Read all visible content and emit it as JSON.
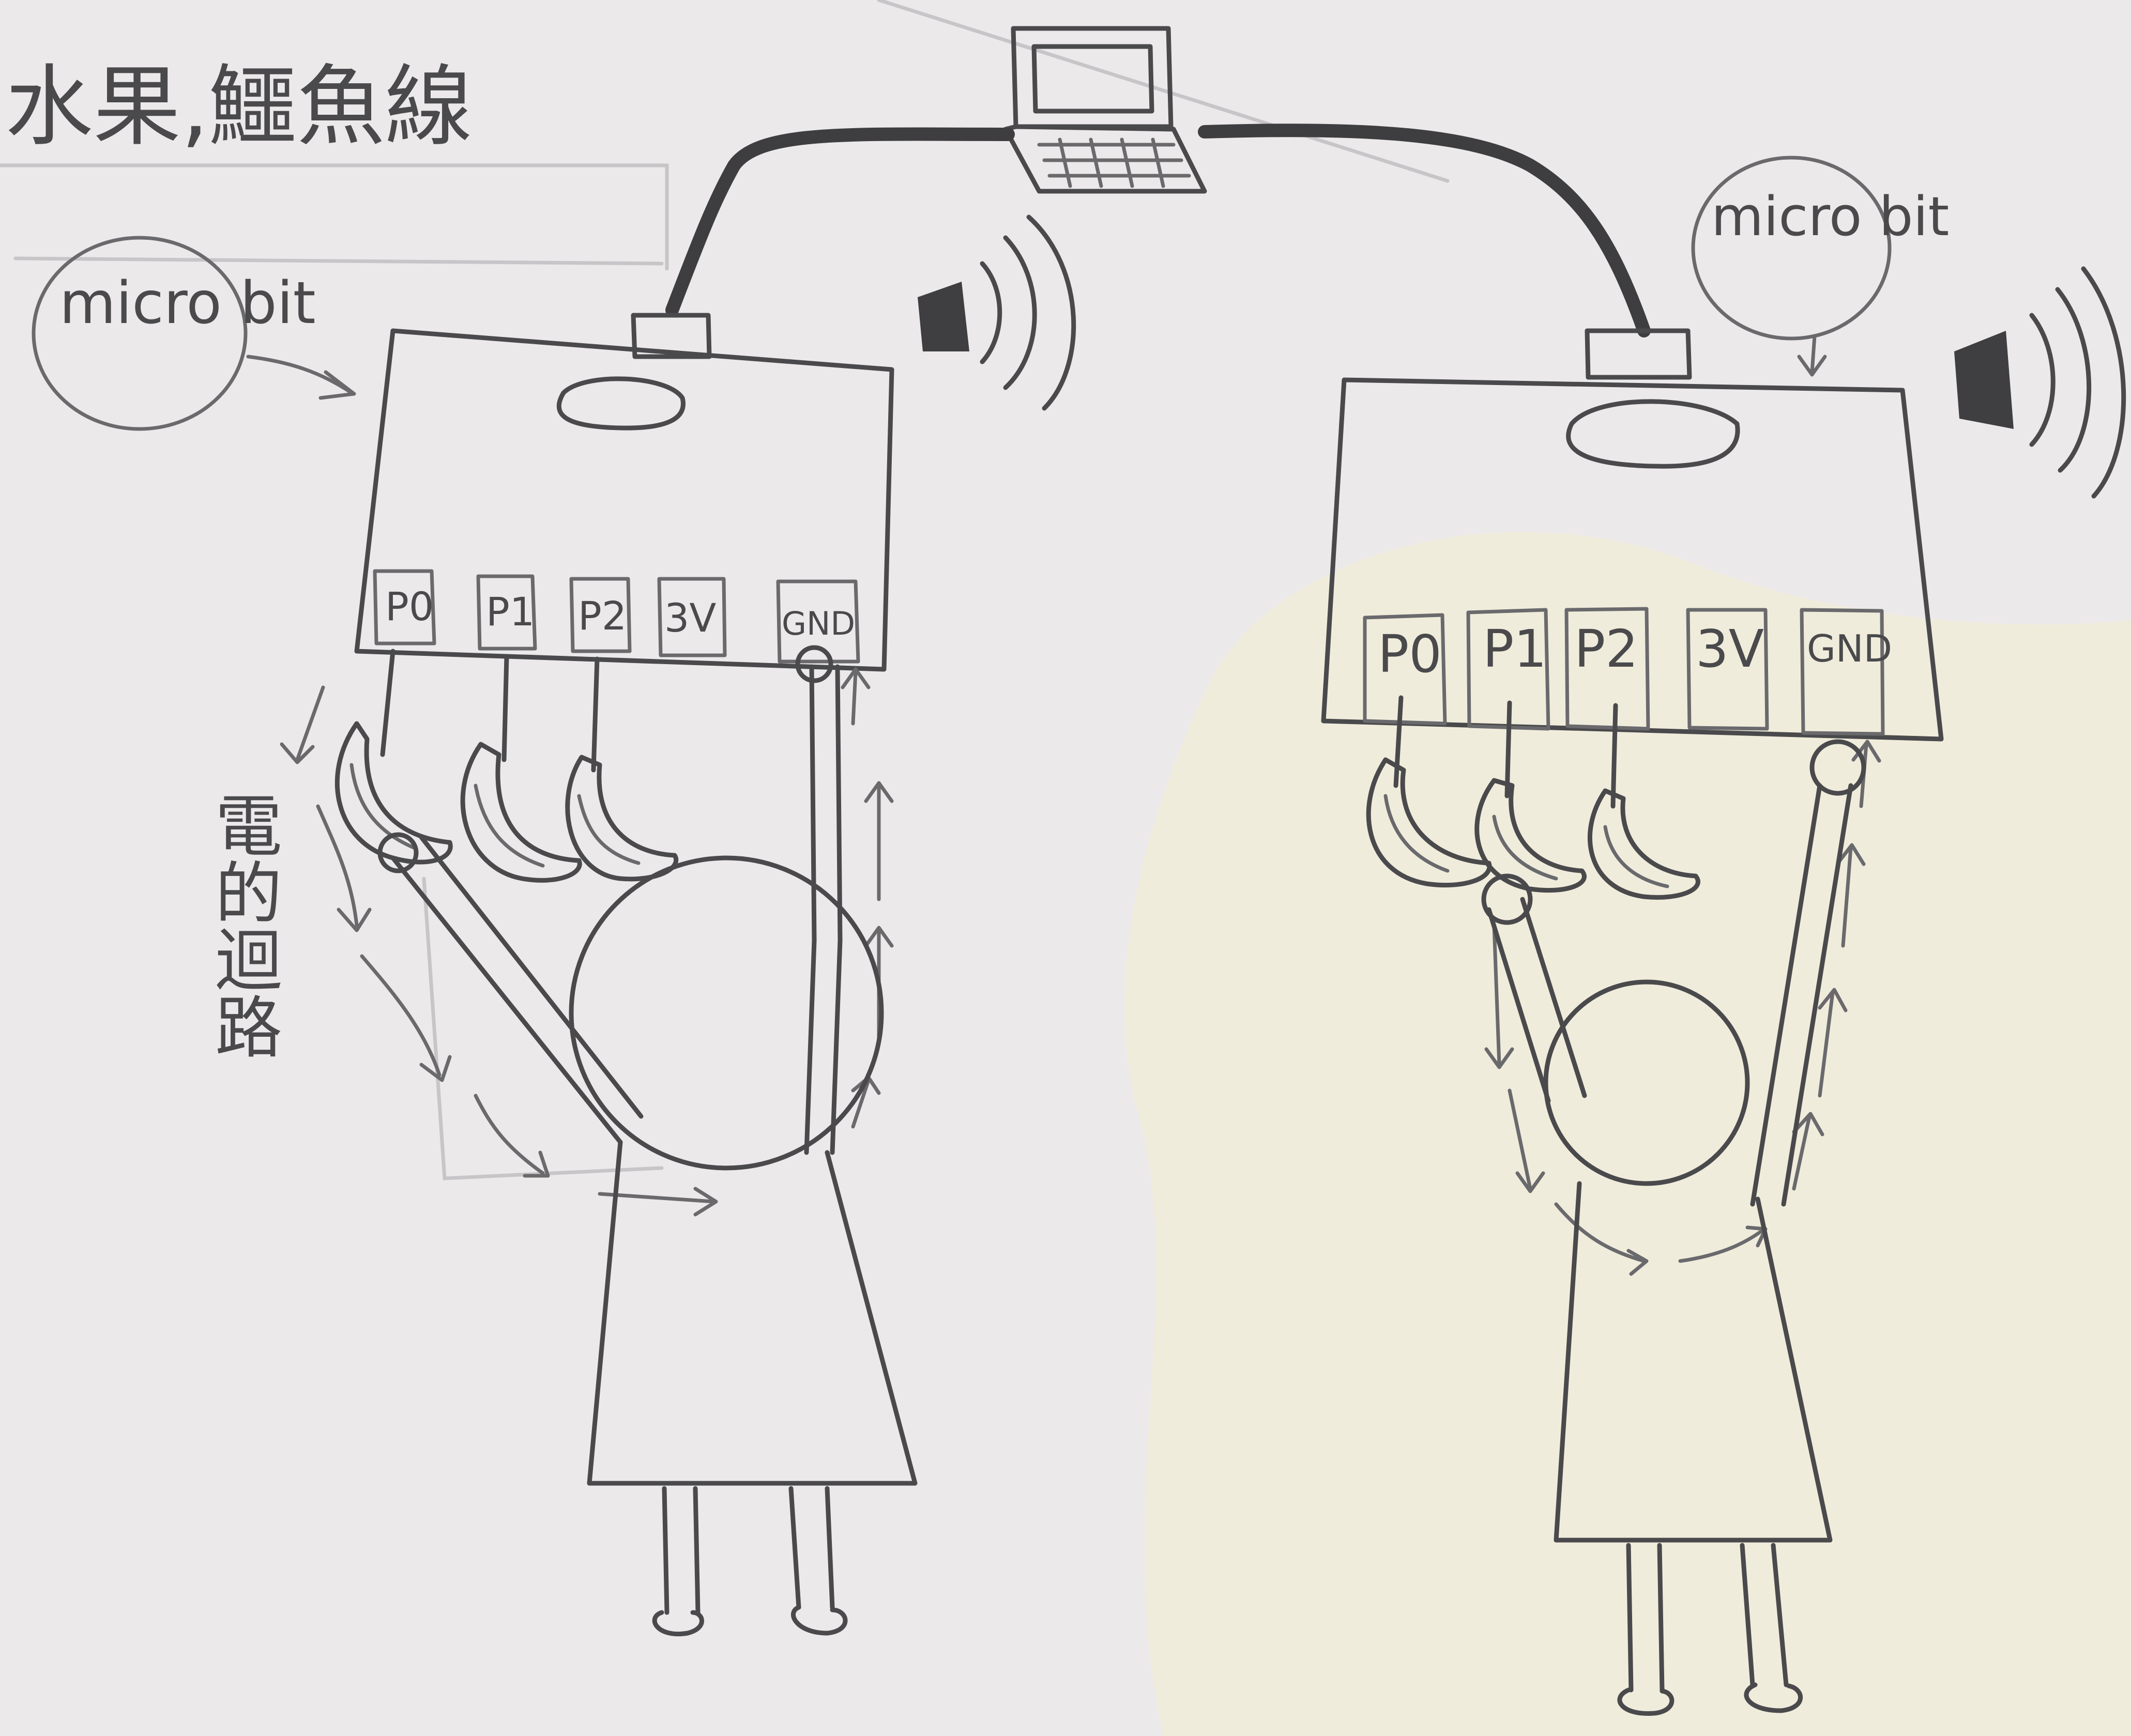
{
  "title": "水果,鱷魚線",
  "labels": {
    "microbit_left": "micro bit",
    "microbit_right": "micro bit",
    "circuit_note": "電的迴路"
  },
  "boards": [
    {
      "name": "left",
      "pins": [
        "P0",
        "P1",
        "P2",
        "3V",
        "GND"
      ]
    },
    {
      "name": "right",
      "pins": [
        "P0",
        "P1",
        "P2",
        "3V",
        "GND"
      ]
    }
  ],
  "colors": {
    "paper": "#ece9ea",
    "ink": "#4a4a4c",
    "stain": "#f1ecd9"
  },
  "icons": [
    "laptop-icon",
    "speaker-icon",
    "banana-icon",
    "person-icon"
  ]
}
